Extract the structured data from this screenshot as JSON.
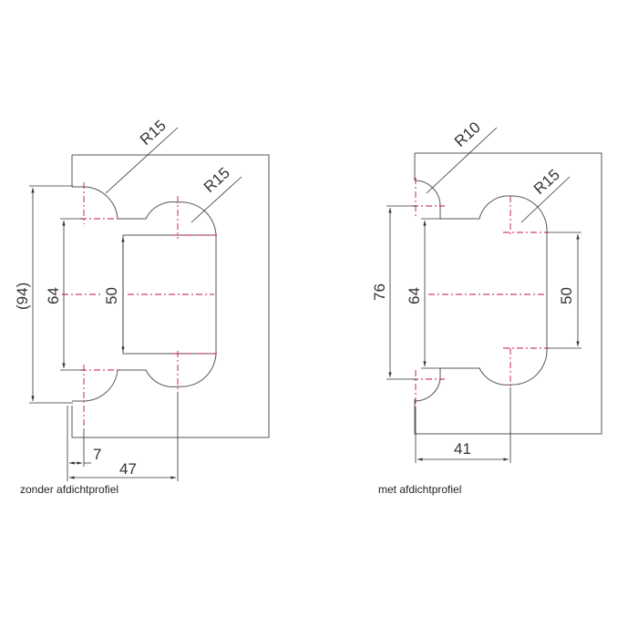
{
  "left_view": {
    "caption": "zonder afdichtprofiel",
    "labels": {
      "r_small": "R15",
      "r_large": "R15",
      "outer_height": "(94)",
      "inner_height": "64",
      "slot_height": "50",
      "offset": "7",
      "width": "47"
    }
  },
  "right_view": {
    "caption": "met afdichtprofiel",
    "labels": {
      "r_small": "R10",
      "r_large": "R15",
      "outer_height": "76",
      "inner_height": "64",
      "slot_height": "50",
      "width": "41"
    }
  },
  "colors": {
    "outline": "#555555",
    "centerline": "#c0163e",
    "dimension": "#333333"
  }
}
